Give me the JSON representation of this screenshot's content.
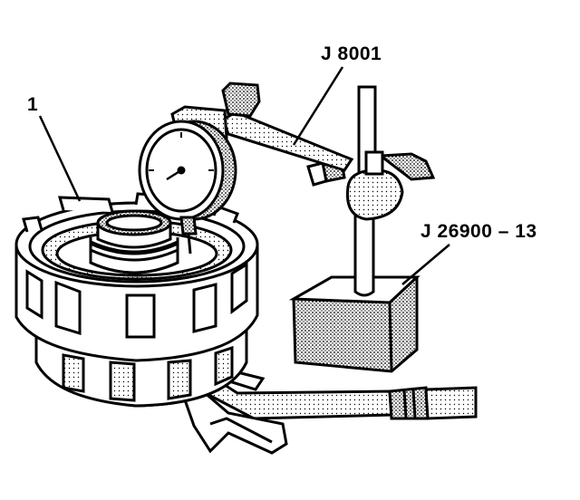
{
  "callouts": {
    "part_1": "1",
    "tool_dial_indicator": "J 8001",
    "tool_magnetic_base": "J 26900 – 13"
  },
  "colors": {
    "ink": "#000000",
    "paper": "#ffffff",
    "shade": "#9a9a9a"
  }
}
